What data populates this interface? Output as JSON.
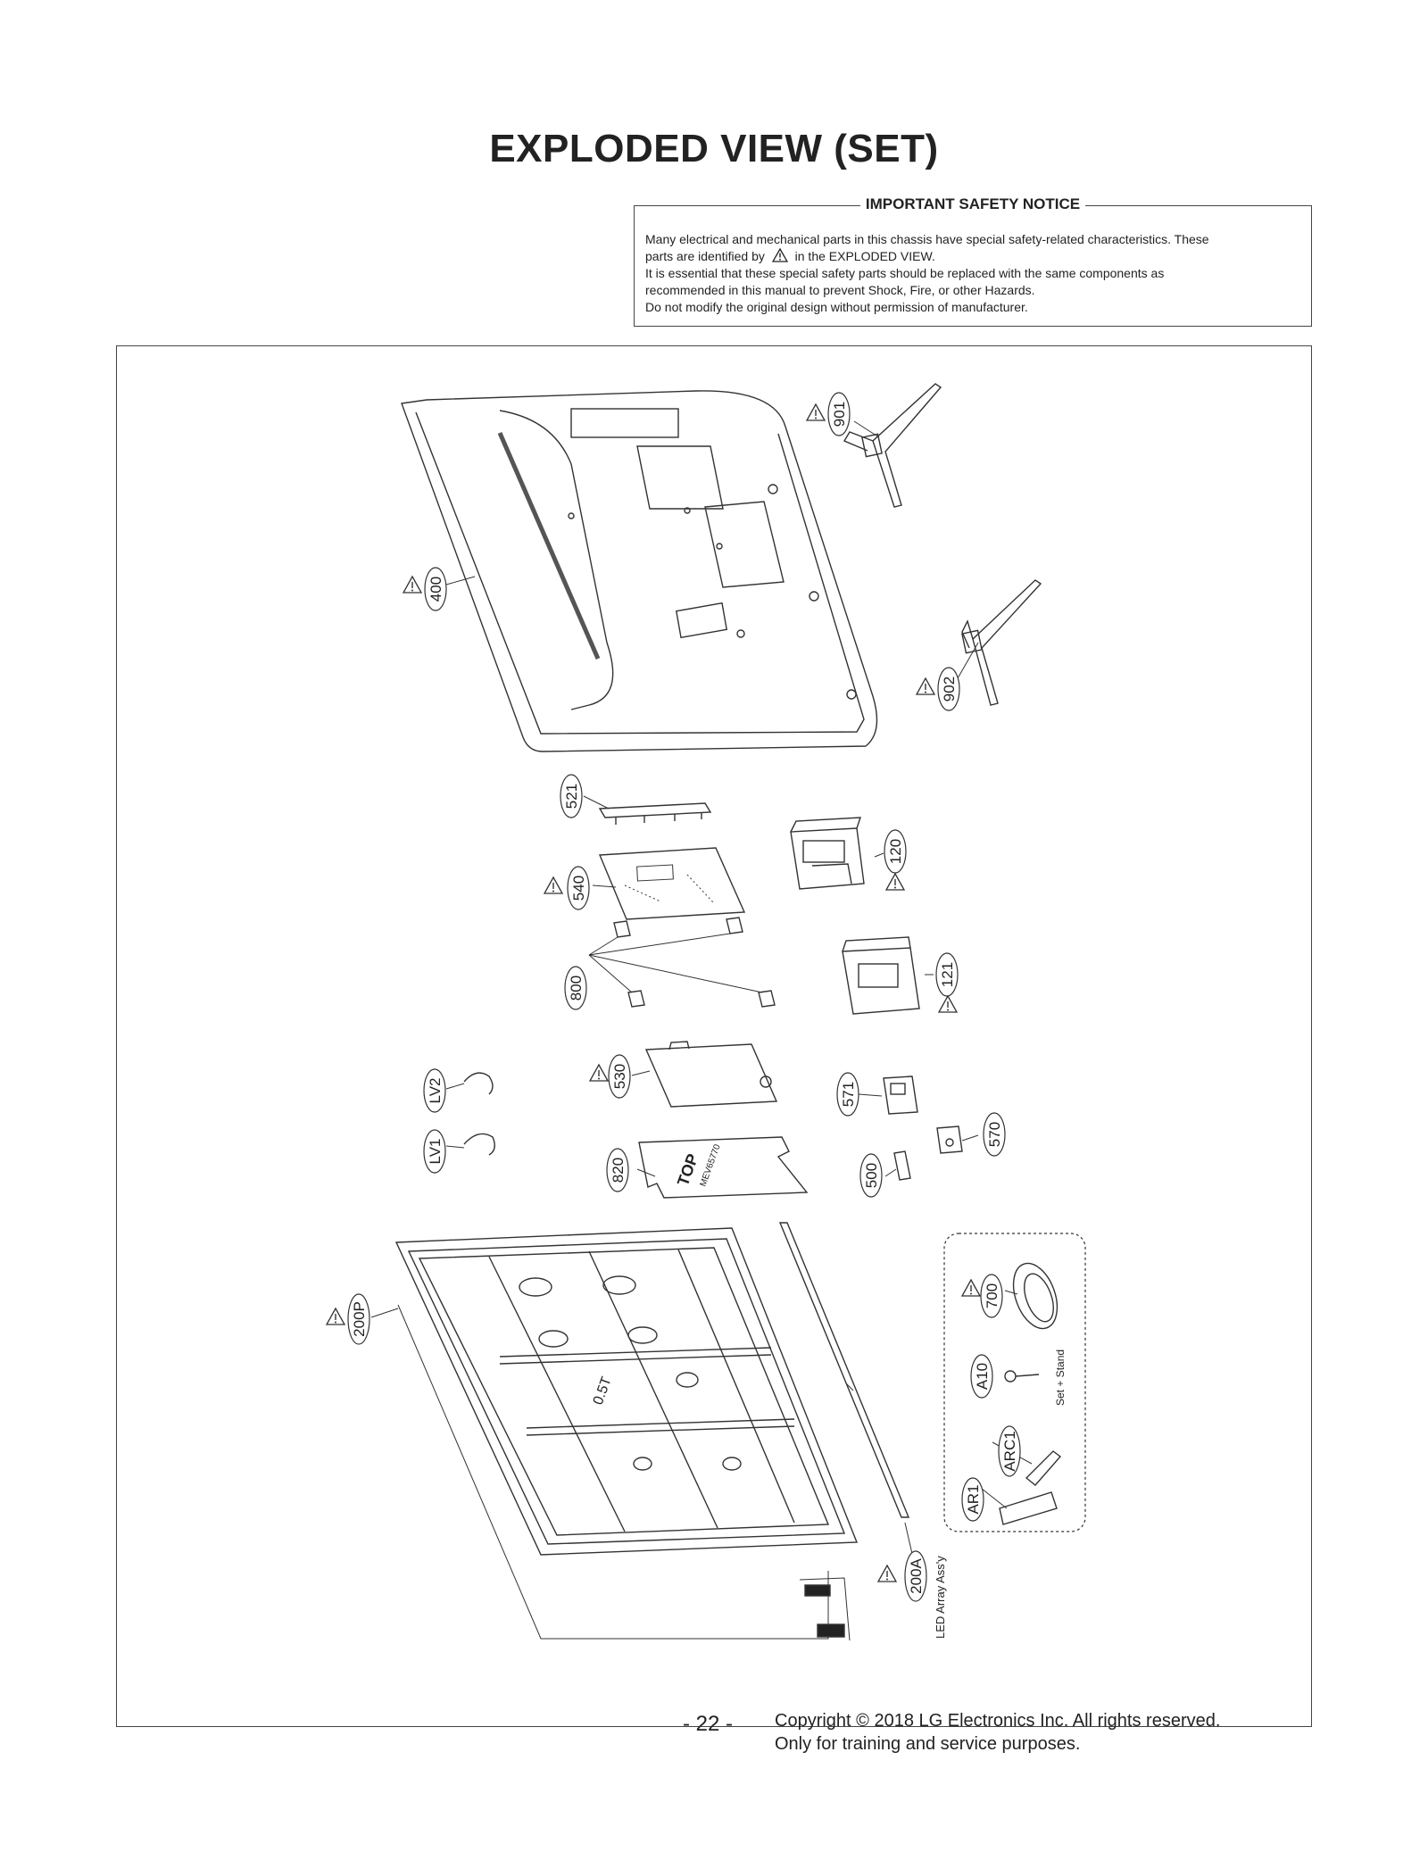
{
  "title": "EXPLODED VIEW (SET)",
  "notice": {
    "heading": "IMPORTANT SAFETY NOTICE",
    "line1": "Many electrical and mechanical parts in this chassis have special safety-related characteristics. These",
    "line2a": "parts are identified by",
    "line2b": "in the EXPLODED VIEW.",
    "line3": "It is essential that these special safety parts should be replaced with the same components as",
    "line4": "recommended in this manual to prevent Shock, Fire, or other Hazards.",
    "line5": "Do not modify the original design without permission of manufacturer."
  },
  "parts": {
    "p901": "901",
    "p902": "902",
    "p400": "400",
    "p521": "521",
    "p540": "540",
    "p120": "120",
    "p800": "800",
    "p121": "121",
    "p530": "530",
    "pLV2": "LV2",
    "pLV1": "LV1",
    "p571": "571",
    "p570": "570",
    "p820": "820",
    "p500": "500",
    "p200P": "200P",
    "p700": "700",
    "pA10": "A10",
    "pARC1": "ARC1",
    "pAR1": "AR1",
    "p200A": "200A"
  },
  "annotations": {
    "set_stand": "Set + Stand",
    "led_array": "LED Array Ass'y",
    "top_mark": "TOP",
    "model_mark": "MEV65770",
    "mark_05t": "0.5T"
  },
  "footer": {
    "page": "- 22 -",
    "copyright_line1": "Copyright © 2018 LG Electronics Inc. All rights reserved.",
    "copyright_line2": "Only for training and service purposes."
  }
}
